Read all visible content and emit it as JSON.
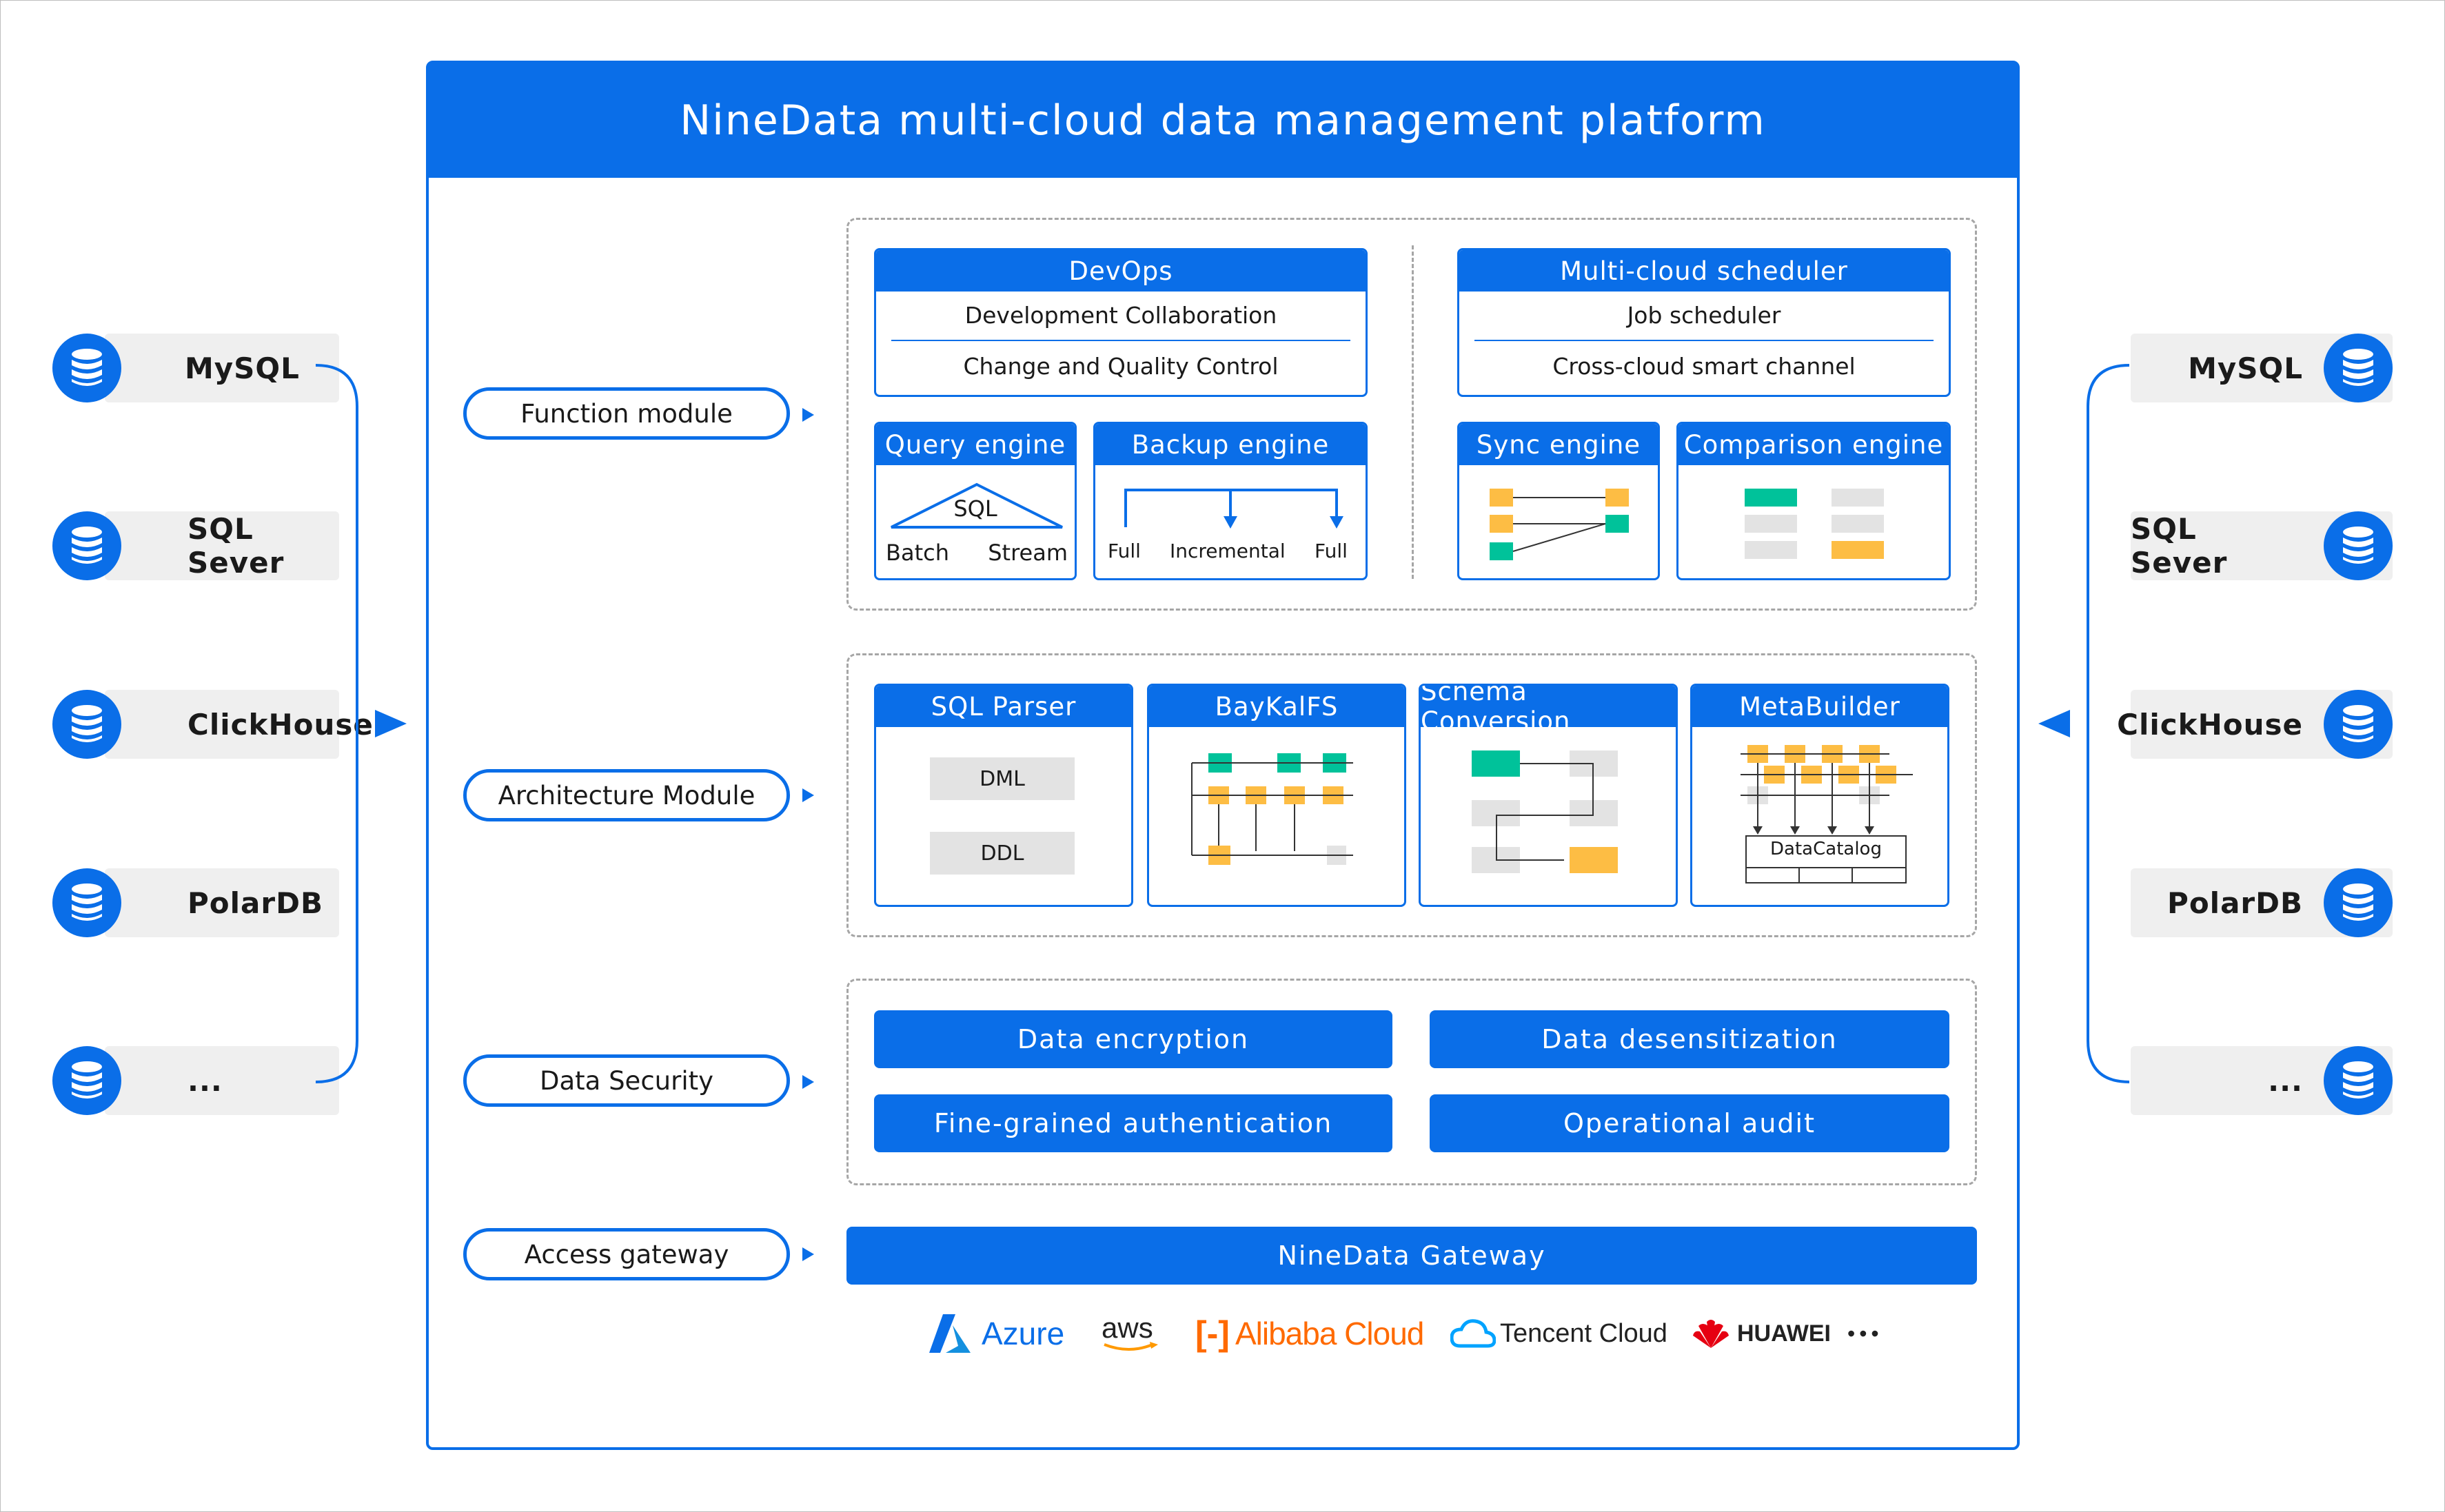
{
  "title": "NineData multi-cloud data management platform",
  "left_sources": [
    "MySQL",
    "SQL Sever",
    "ClickHouse",
    "PolarDB",
    "..."
  ],
  "right_targets": [
    "MySQL",
    "SQL Sever",
    "ClickHouse",
    "PolarDB",
    "..."
  ],
  "modules": {
    "function": "Function module",
    "architecture": "Architecture Module",
    "security": "Data Security",
    "gateway": "Access gateway"
  },
  "devops": {
    "title": "DevOps",
    "row1": "Development Collaboration",
    "row2": "Change and Quality Control"
  },
  "scheduler": {
    "title": "Multi-cloud scheduler",
    "row1": "Job scheduler",
    "row2": "Cross-cloud smart channel"
  },
  "query_engine": {
    "title": "Query engine",
    "center": "SQL",
    "left": "Batch",
    "right": "Stream"
  },
  "backup_engine": {
    "title": "Backup engine",
    "l1": "Full",
    "l2": "Incremental",
    "l3": "Full"
  },
  "sync_engine": {
    "title": "Sync engine"
  },
  "comparison_engine": {
    "title": "Comparison engine"
  },
  "sql_parser": {
    "title": "SQL Parser",
    "dml": "DML",
    "ddl": "DDL"
  },
  "baykalfs": {
    "title": "BayKalFS"
  },
  "schema_conversion": {
    "title": "Schema Conversion"
  },
  "metabuilder": {
    "title": "MetaBuilder",
    "catalog": "DataCatalog"
  },
  "security_items": [
    "Data encryption",
    "Data desensitization",
    "Fine-grained authentication",
    "Operational audit"
  ],
  "gateway_bar": "NineData Gateway",
  "clouds": {
    "azure": "Azure",
    "aws": "aws",
    "alibaba": "Alibaba Cloud",
    "tencent": "Tencent Cloud",
    "huawei": "HUAWEI",
    "more": "•••"
  },
  "colors": {
    "brand_blue": "#0a6ee8",
    "teal": "#00c29a",
    "yellow": "#fdbd44",
    "gray": "#e3e3e3",
    "alibaba_orange": "#ff6a00"
  }
}
